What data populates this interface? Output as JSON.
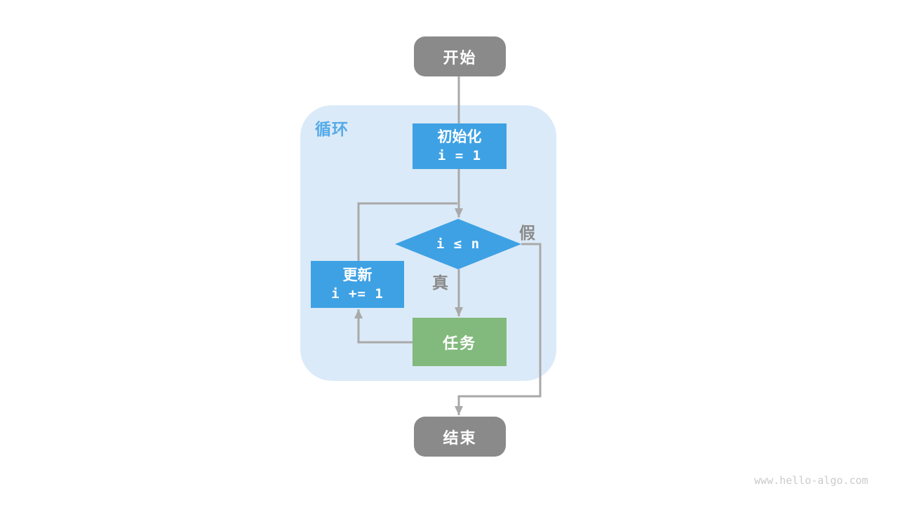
{
  "diagram": {
    "type": "flowchart",
    "loop_label": "循环",
    "nodes": {
      "start": {
        "label": "开始",
        "shape": "rounded",
        "color": "#8A8A8A"
      },
      "init": {
        "label": "初始化",
        "code": "i = 1",
        "shape": "rect",
        "color": "#3EA1E4"
      },
      "condition": {
        "code": "i ≤ n",
        "shape": "diamond",
        "color": "#3EA1E4"
      },
      "update": {
        "label": "更新",
        "code": "i += 1",
        "shape": "rect",
        "color": "#3EA1E4"
      },
      "task": {
        "label": "任务",
        "shape": "rect",
        "color": "#82B97D"
      },
      "end": {
        "label": "结束",
        "shape": "rounded",
        "color": "#8A8A8A"
      }
    },
    "edge_labels": {
      "true": "真",
      "false": "假"
    },
    "edges": [
      {
        "from": "start",
        "to": "init"
      },
      {
        "from": "init",
        "to": "condition"
      },
      {
        "from": "condition",
        "to": "task",
        "label": "真"
      },
      {
        "from": "task",
        "to": "update"
      },
      {
        "from": "update",
        "to": "condition"
      },
      {
        "from": "condition",
        "to": "end",
        "label": "假"
      }
    ],
    "colors": {
      "loop_container": "#DBEAF8",
      "loop_label": "#55AAE8",
      "connector": "#A9A9A9",
      "edge_label": "#8A8A8A",
      "node_text": "#FFFFFF"
    }
  },
  "watermark": "www.hello-algo.com"
}
